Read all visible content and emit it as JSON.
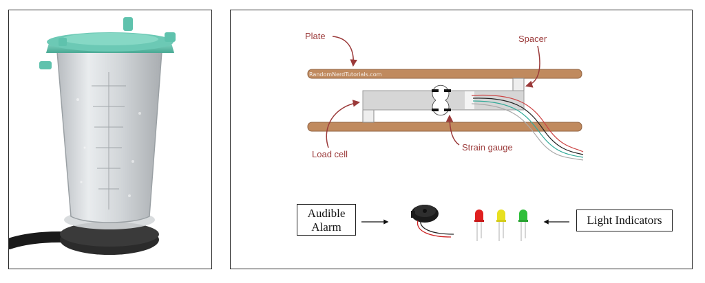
{
  "diagram": {
    "labels": {
      "plate": "Plate",
      "spacer": "Spacer",
      "load_cell": "Load cell",
      "strain_gauge": "Strain gauge",
      "watermark": "RandomNerdTutorials.com"
    },
    "components": {
      "audible_alarm_line1": "Audible",
      "audible_alarm_line2": "Alarm",
      "light_indicators": "Light Indicators"
    },
    "colors": {
      "plate": "#c08a5e",
      "load_cell": "#d6d6d6",
      "label_text": "#9b3a3a",
      "lid": "#5fc2ad",
      "led_red": "#e02020",
      "led_yellow": "#e8e020",
      "led_green": "#2fbf3a"
    }
  }
}
